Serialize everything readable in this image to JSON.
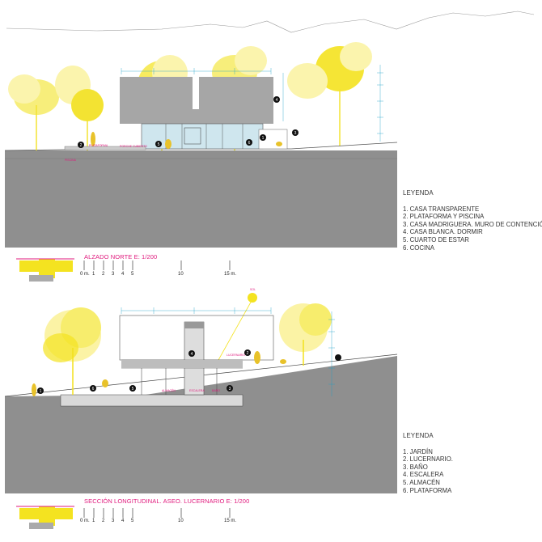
{
  "views": [
    {
      "title": "ALZADO NORTE   E: 1/200",
      "scale_labels": [
        "0 m.",
        "1",
        "2",
        "3",
        "4",
        "5",
        "10",
        "15 m."
      ],
      "legend_title": "LEYENDA",
      "legend": [
        "1. CASA TRANSPARENTE",
        "2. PLATAFORMA Y PISCINA",
        "3. CASA MADRIGUERA. MURO DE CONTENCIÓN",
        "4. CASA BLANCA. DORMIR",
        "5. CUARTO DE ESTAR",
        "6. COCINA"
      ],
      "tags": [
        "PLATAFORMA",
        "PORCHE CUBIERTO",
        "PISCINA"
      ],
      "markers": [
        "1",
        "2",
        "3",
        "4",
        "5",
        "6"
      ]
    },
    {
      "title": "SECCIÓN LONGITUDINAL. ASEO. LUCERNARIO   E: 1/200",
      "scale_labels": [
        "0 m.",
        "1",
        "2",
        "3",
        "4",
        "5",
        "10",
        "15 m."
      ],
      "legend_title": "LEYENDA",
      "legend": [
        "1. JARDÍN",
        "2. LUCERNARIO.",
        "3. BAÑO",
        "4. ESCALERA",
        "5. ALMACÉN",
        "6. PLATAFORMA"
      ],
      "tags": [
        "SOL",
        "LUCERNARIO",
        "ALMACÉN",
        "ESCALERA",
        "BAÑO"
      ],
      "markers": [
        "1",
        "2",
        "3",
        "4",
        "5",
        "6"
      ]
    }
  ],
  "colors": {
    "ground": "#8f8f8f",
    "concrete": "#a6a6a6",
    "tree": "#f4e320",
    "glass": "#cfe6ee",
    "accent": "#e0197d",
    "dimension": "#1aa0c8"
  }
}
